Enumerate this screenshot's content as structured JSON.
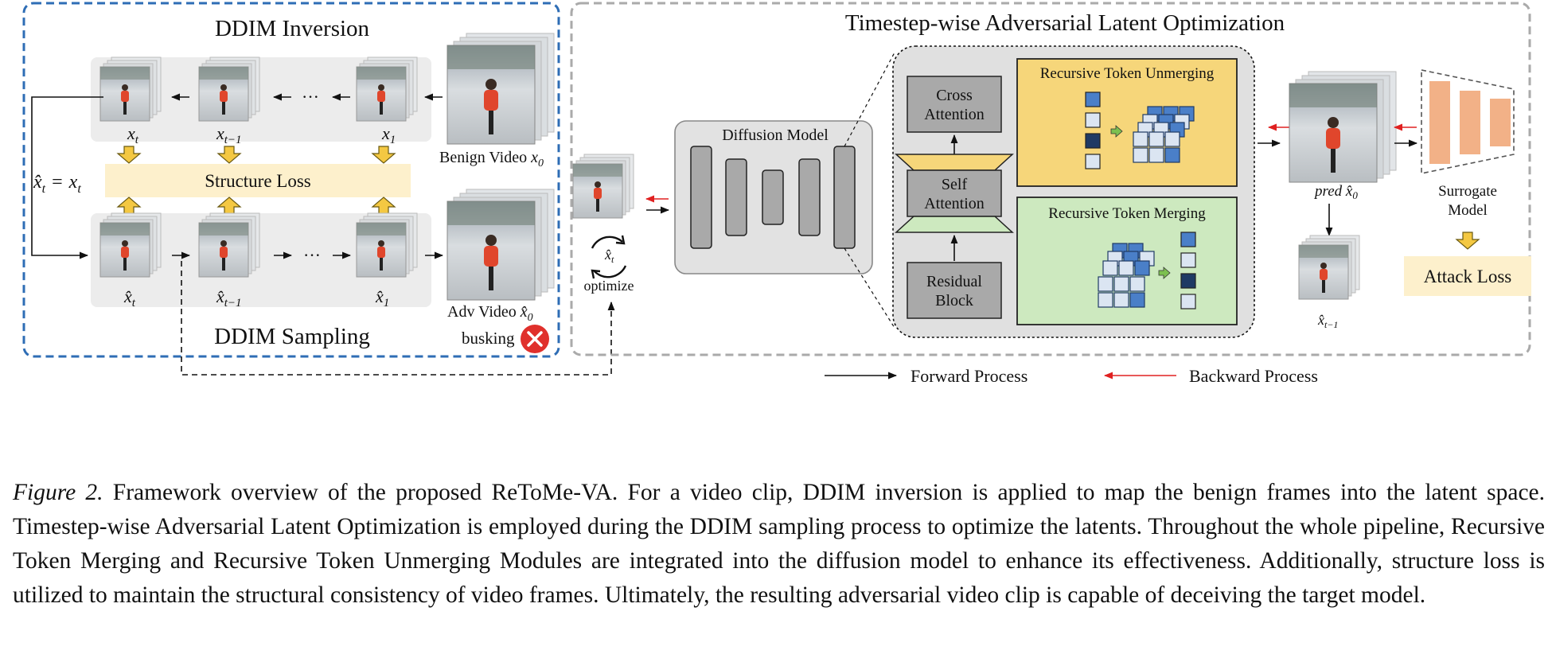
{
  "panels": {
    "ddim_inversion_title": "DDIM Inversion",
    "ddim_sampling_title": "DDIM Sampling",
    "adv_opt_title": "Timestep-wise Adversarial Latent Optimization"
  },
  "inversion": {
    "frames": [
      {
        "base": "x",
        "sub": "t"
      },
      {
        "base": "x",
        "sub": "t−1"
      },
      {
        "base": "x",
        "sub": "1"
      }
    ],
    "ellipsis": "···",
    "benign_label": "Benign Video",
    "benign_var": "x",
    "benign_sub": "0"
  },
  "structure_loss": "Structure Loss",
  "equation": {
    "lhs": "x̂",
    "lhs_sub": "t",
    "eq": "=",
    "rhs": "x",
    "rhs_sub": "t"
  },
  "sampling": {
    "frames": [
      {
        "base": "x̂",
        "sub": "t"
      },
      {
        "base": "x̂",
        "sub": "t−1"
      },
      {
        "base": "x̂",
        "sub": "1"
      }
    ],
    "ellipsis": "···",
    "adv_label": "Adv Video",
    "adv_var": "x̂",
    "adv_sub": "0",
    "busking_label": "busking",
    "fail_icon": "x-circle-icon",
    "fail_color": "#e0302c"
  },
  "optimize": {
    "label": "optimize",
    "var": "x̂",
    "sub": "t",
    "icon": "refresh-cycle-icon"
  },
  "diffusion_model_label": "Diffusion Model",
  "blocks": {
    "cross_attention": [
      "Cross",
      "Attention"
    ],
    "self_attention": [
      "Self",
      "Attention"
    ],
    "residual_block": [
      "Residual",
      "Block"
    ]
  },
  "unmerging": {
    "title": "Recursive Token Unmerging",
    "bg": "#f6d67a"
  },
  "merging": {
    "title": "Recursive Token Merging",
    "bg": "#cde9bf"
  },
  "pred": {
    "label": "pred",
    "var": "x̂",
    "sub": "0"
  },
  "next_frame": {
    "var": "x̂",
    "sub": "t−1"
  },
  "surrogate_label": [
    "Surrogate",
    "Model"
  ],
  "attack_loss": "Attack Loss",
  "legend": {
    "forward": "Forward Process",
    "backward": "Backward Process"
  },
  "colors": {
    "panel_blue": "#2e6db5",
    "panel_gray": "#aaaaaa",
    "backward_red": "#e02020",
    "arrow_yellow": "#f4c842",
    "surrogate_orange": "#f2b187",
    "token_blue": "#4a7fc8"
  },
  "caption": {
    "figure_label": "Figure 2.",
    "text": " Framework overview of the proposed ReToMe-VA. For a video clip, DDIM inversion is applied to map the benign frames into the latent space. Timestep-wise Adversarial Latent Optimization is employed during the DDIM sampling process to optimize the latents. Throughout the whole pipeline, Recursive Token Merging and Recursive Token Unmerging Modules are integrated into the diffusion model to enhance its effectiveness. Additionally, structure loss is utilized to maintain the structural consistency of video frames. Ultimately, the resulting adversarial video clip is capable of deceiving the target model."
  }
}
